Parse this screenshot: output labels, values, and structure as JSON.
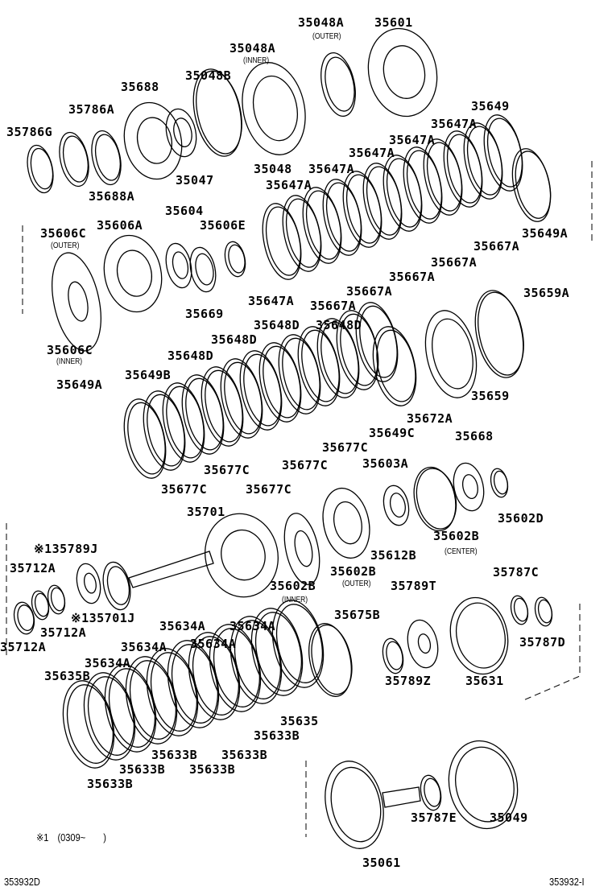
{
  "labels": [
    "35048A",
    "35601",
    "35048A",
    "35688",
    "35048B",
    "35786A",
    "35649",
    "35786G",
    "35647A",
    "35647A",
    "35647A",
    "35047",
    "35048",
    "35647A",
    "35688A",
    "35647A",
    "35604",
    "35606A",
    "35606E",
    "35606C",
    "35649A",
    "35667A",
    "35667A",
    "35667A",
    "35667A",
    "35669",
    "35647A",
    "35667A",
    "35659A",
    "35606C",
    "35648D",
    "35648D",
    "35648D",
    "35648D",
    "35649B",
    "35649A",
    "35659",
    "35672A",
    "35649C",
    "35668",
    "35677C",
    "35603A",
    "35677C",
    "35677C",
    "35677C",
    "35677C",
    "35602D",
    "35701",
    "※135789J",
    "35602B",
    "35612B",
    "35712A",
    "35602B",
    "35602B",
    "35789T",
    "35787C",
    "※135701J",
    "35712A",
    "35712A",
    "35675B",
    "35634A",
    "35634A",
    "35634A",
    "35634A",
    "35634A",
    "35787D",
    "35635B",
    "35789Z",
    "35631",
    "35635",
    "35633B",
    "35633B",
    "35633B",
    "35633B",
    "35633B",
    "35633B",
    "35787E",
    "35049",
    "35061"
  ],
  "sublabels": {
    "outer1": "(OUTER)",
    "inner1": "(INNER)",
    "outer2": "(OUTER)",
    "inner2": "(INNER)",
    "center": "(CENTER)",
    "inner3": "(INNER)",
    "outer3": "(OUTER)"
  },
  "note": "※1　(0309~　　)",
  "code_left": "353932D",
  "code_right": "353932-I"
}
